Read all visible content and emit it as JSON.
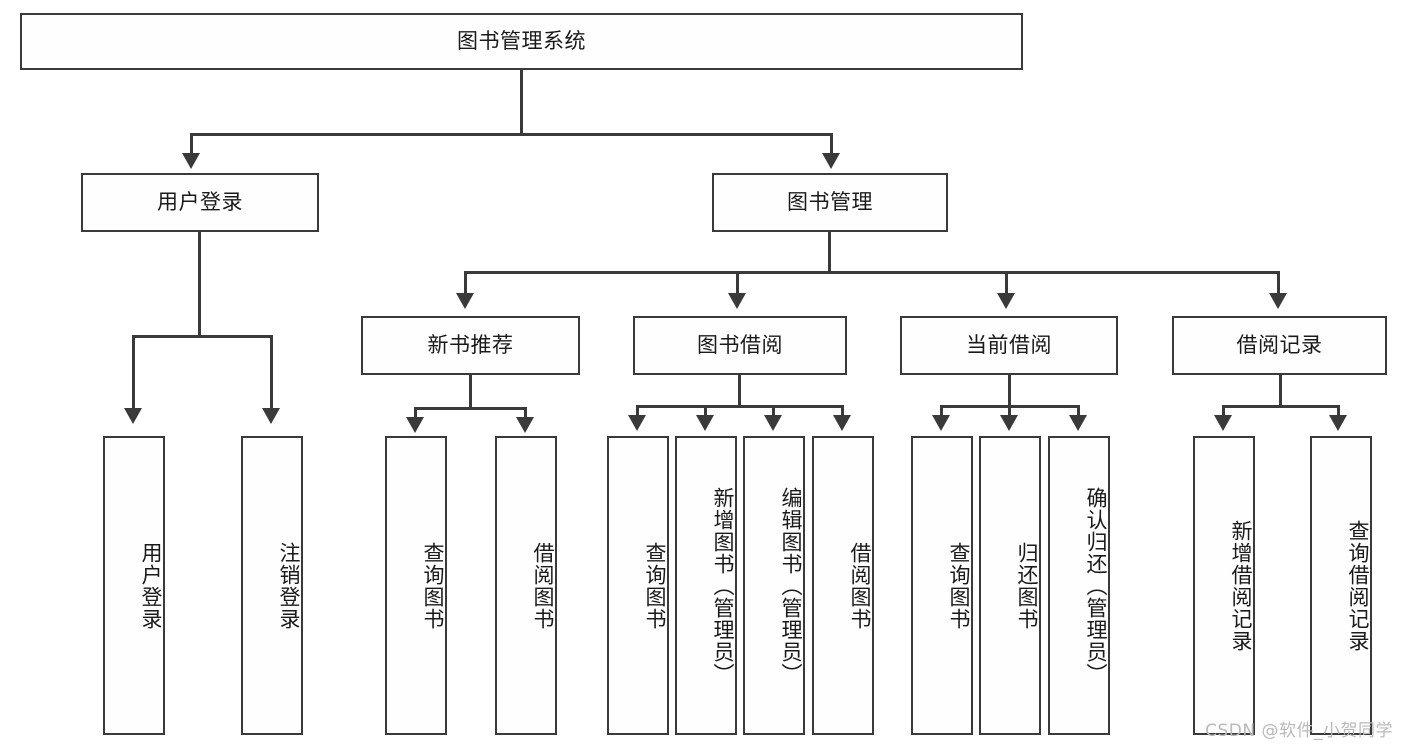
{
  "diagram": {
    "type": "tree-hierarchy",
    "title": "图书管理系统",
    "watermark": "CSDN @软件_小贺同学",
    "root": {
      "id": "root",
      "label": "图书管理系统"
    },
    "level1": [
      {
        "id": "user-login",
        "label": "用户登录"
      },
      {
        "id": "book-manage",
        "label": "图书管理"
      }
    ],
    "level2": [
      {
        "id": "new-book-recommend",
        "label": "新书推荐",
        "parent": "book-manage"
      },
      {
        "id": "book-borrow",
        "label": "图书借阅",
        "parent": "book-manage"
      },
      {
        "id": "current-borrow",
        "label": "当前借阅",
        "parent": "book-manage"
      },
      {
        "id": "borrow-record",
        "label": "借阅记录",
        "parent": "book-manage"
      }
    ],
    "leaves": {
      "user_login": [
        {
          "id": "leaf-user-login",
          "label": "用户登录"
        },
        {
          "id": "leaf-user-logout",
          "label": "注销登录"
        }
      ],
      "new_book_recommend": [
        {
          "id": "leaf-query-book-1",
          "label": "查询图书"
        },
        {
          "id": "leaf-borrow-book-1",
          "label": "借阅图书"
        }
      ],
      "book_borrow": [
        {
          "id": "leaf-query-book-2",
          "label": "查询图书"
        },
        {
          "id": "leaf-add-book",
          "label": "新增图书（管理员）"
        },
        {
          "id": "leaf-edit-book",
          "label": "编辑图书（管理员）"
        },
        {
          "id": "leaf-borrow-book-2",
          "label": "借阅图书"
        }
      ],
      "current_borrow": [
        {
          "id": "leaf-query-book-3",
          "label": "查询图书"
        },
        {
          "id": "leaf-return-book",
          "label": "归还图书"
        },
        {
          "id": "leaf-confirm-return",
          "label": "确认归还（管理员）"
        }
      ],
      "borrow_record": [
        {
          "id": "leaf-add-record",
          "label": "新增借阅记录"
        },
        {
          "id": "leaf-query-record",
          "label": "查询借阅记录"
        }
      ]
    },
    "colors": {
      "stroke": "#3a3a3a",
      "fill": "#fefefe",
      "text": "#1a1a1a",
      "background": "#ffffff",
      "watermark": "#b9b9b9"
    }
  }
}
